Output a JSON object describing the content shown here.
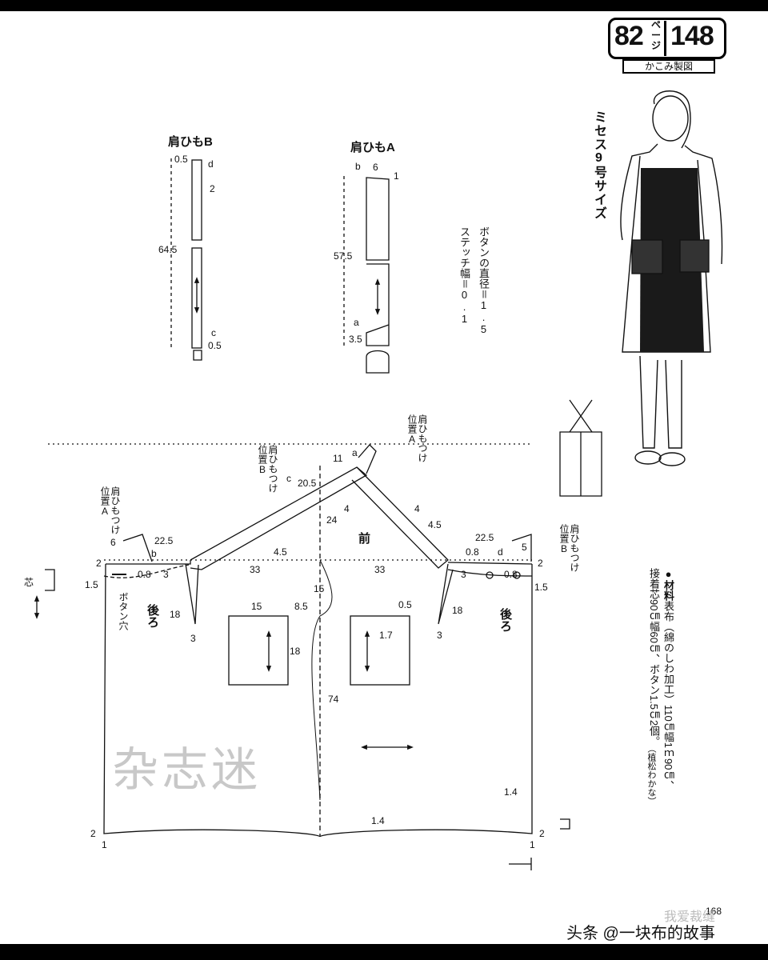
{
  "page": {
    "badge_left": "82",
    "badge_page_kana": "ページ",
    "badge_right": "148",
    "badge_sub": "かこみ製図",
    "size_label": "ミセス9号サイズ",
    "page_number": "168",
    "watermark": "杂志迷",
    "credit": "头条 @一块布的故事",
    "credit_mark": "我爱裁缝"
  },
  "notes": {
    "button_diameter": "ボタンの直径＝1.5",
    "stitch_width": "ステッチ幅＝0.1"
  },
  "materials": {
    "title": "●材料",
    "line1": "表布（綿のしわ加工）110㎝幅1ｍ90㎝、",
    "line2": "接着芯90㎝幅60㎝、ボタン1.5㎝2個。",
    "author": "（植松わかな）"
  },
  "strap_b": {
    "title": "肩ひもB",
    "top_width": "0.5",
    "label_d": "d",
    "width": "2",
    "length": "64.5",
    "label_c": "c",
    "bottom_width": "0.5"
  },
  "strap_a": {
    "title": "肩ひもA",
    "label_b": "b",
    "top_width": "6",
    "top_offset": "1",
    "length": "57.5",
    "label_a": "a",
    "bottom_offset": "3.5"
  },
  "body": {
    "front_label": "前",
    "back_left_label": "後ろ",
    "back_right_label": "後ろ",
    "buttonhole_label": "ボタン穴",
    "interfacing_label": "芯",
    "strap_a_position": "肩ひもつけ位置A",
    "strap_b_position_left": "肩ひもつけ位置B",
    "strap_b_position_top": "肩ひもつけ位置B",
    "strap_a_position_left": "肩ひもつけ位置A",
    "label_a": "a",
    "label_b": "b",
    "label_c": "c",
    "label_d": "d",
    "dims": {
      "top_11": "11",
      "d_20_5": "20.5",
      "d_4_left": "4",
      "d_4_right": "4",
      "d_4_5_left": "4.5",
      "d_4_5_right": "4.5",
      "d_24": "24",
      "d_22_5_left": "22.5",
      "d_22_5_right": "22.5",
      "d_6": "6",
      "d_5": "5",
      "d_0_8_left": "0.8",
      "d_0_8_right": "0.8",
      "d_0_8_right2": "0.8",
      "d_3_left": "3",
      "d_3_right": "3",
      "d_3_left_b": "3",
      "d_3_right_b": "3",
      "d_33_left": "33",
      "d_33_right": "33",
      "d_2_tl": "2",
      "d_2_tr": "2",
      "d_1_5_left": "1.5",
      "d_1_5_right": "1.5",
      "d_18_left": "18",
      "d_18_right": "18",
      "d_15_pocket": "15",
      "d_8_5": "8.5",
      "d_15_side": "15",
      "d_0_5": "0.5",
      "d_1_7": "1.7",
      "d_18_pocket": "18",
      "d_74": "74",
      "d_1_4_side": "1.4",
      "d_1_4_hem": "1.4",
      "d_2_bl": "2",
      "d_2_br": "2",
      "d_1_bl": "1",
      "d_1_br": "1"
    }
  }
}
